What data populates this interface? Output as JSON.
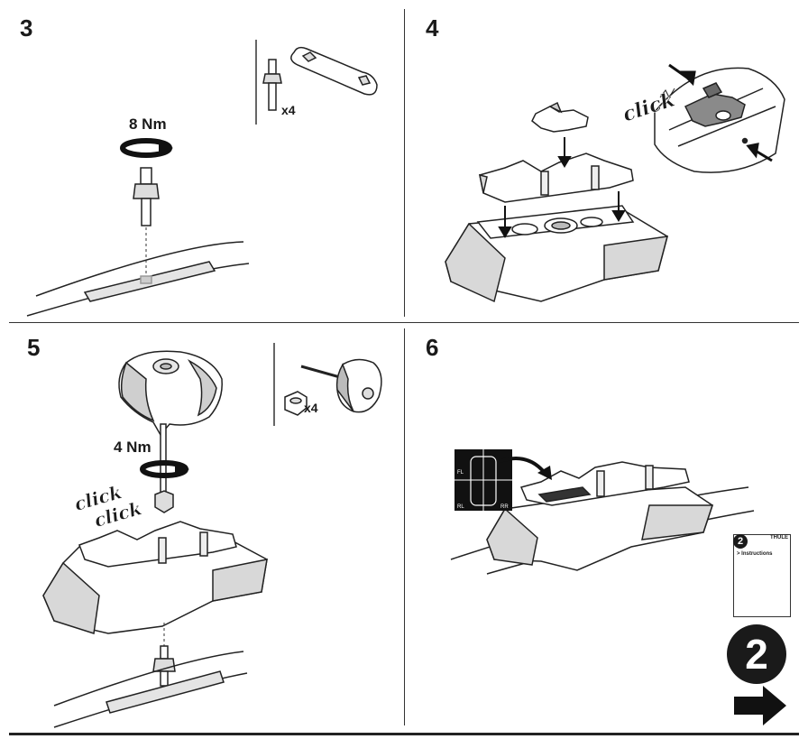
{
  "steps": [
    {
      "number": "3",
      "torque": "8 Nm",
      "quantity": "x4"
    },
    {
      "number": "4",
      "sound": "click"
    },
    {
      "number": "5",
      "torque": "4 Nm",
      "quantity": "x4",
      "sound1": "click",
      "sound2": "click"
    },
    {
      "number": "6",
      "car_positions": {
        "fl": "FL",
        "rl": "RL",
        "rr": "RR"
      },
      "booklet": {
        "brand": "THULE",
        "number": "2",
        "title": "> Instructions"
      }
    }
  ],
  "next_badge": "2",
  "next_arrow_icon": "arrow-right-icon"
}
